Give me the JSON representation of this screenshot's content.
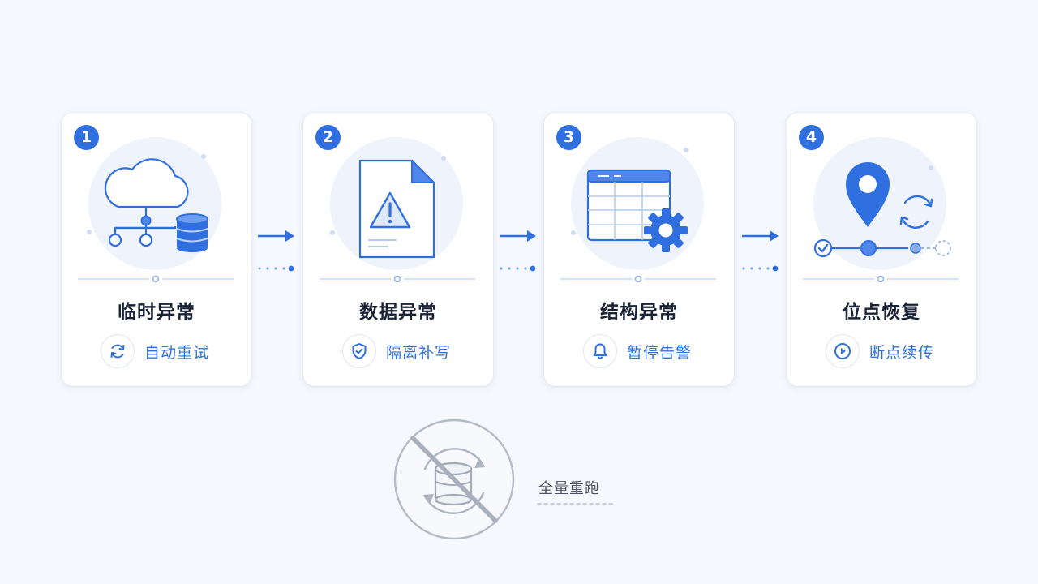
{
  "steps": [
    {
      "number": "1",
      "title": "临时异常",
      "action": "自动重试",
      "illustration": "cloud-database-icon",
      "action_icon": "refresh-icon"
    },
    {
      "number": "2",
      "title": "数据异常",
      "action": "隔离补写",
      "illustration": "document-warning-icon",
      "action_icon": "shield-check-icon"
    },
    {
      "number": "3",
      "title": "结构异常",
      "action": "暂停告警",
      "illustration": "table-gear-icon",
      "action_icon": "bell-icon"
    },
    {
      "number": "4",
      "title": "位点恢复",
      "action": "断点续传",
      "illustration": "location-pin-icon",
      "action_icon": "play-icon"
    }
  ],
  "avoid": {
    "label": "全量重跑",
    "icon": "no-full-rerun-icon"
  },
  "colors": {
    "accent": "#2f6fe0",
    "text": "#1a2236",
    "muted": "#8e96a6",
    "background": "#f5f8fc"
  }
}
